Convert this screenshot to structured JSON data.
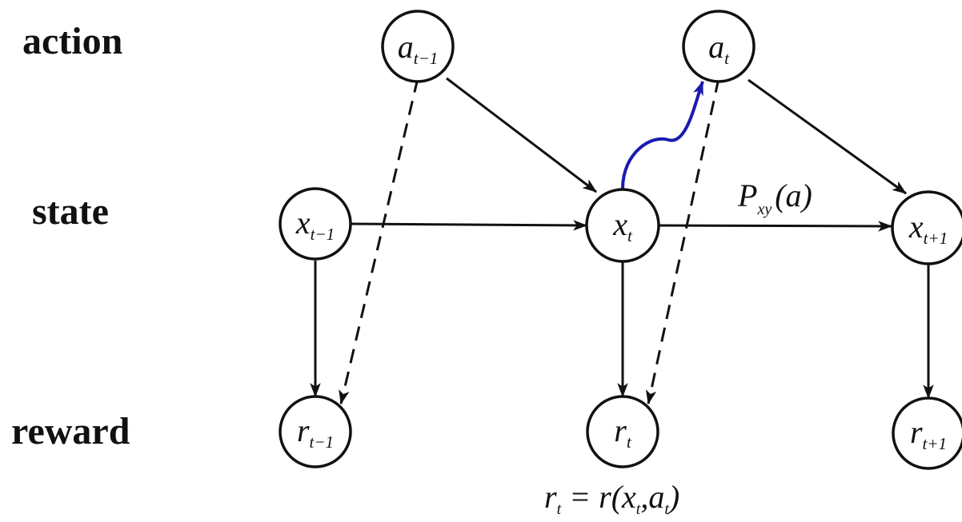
{
  "row_labels": {
    "action": "action",
    "state": "state",
    "reward": "reward"
  },
  "nodes": {
    "a_prev": {
      "base": "a",
      "sub": "t−1"
    },
    "a_curr": {
      "base": "a",
      "sub": "t"
    },
    "x_prev": {
      "base": "x",
      "sub": "t−1"
    },
    "x_curr": {
      "base": "x",
      "sub": "t"
    },
    "x_next": {
      "base": "x",
      "sub": "t+1"
    },
    "r_prev": {
      "base": "r",
      "sub": "t−1"
    },
    "r_curr": {
      "base": "r",
      "sub": "t"
    },
    "r_next": {
      "base": "r",
      "sub": "t+1"
    }
  },
  "transition_label": {
    "base": "P",
    "sub": "xy",
    "arg": "(a)"
  },
  "reward_equation": {
    "lhs_base": "r",
    "lhs_sub": "t",
    "middle": " = r(x",
    "x_sub": "t",
    "comma": ",a",
    "a_sub": "t",
    "close": ")"
  },
  "colors": {
    "policy_arrow": "#1a1ab0",
    "edges": "#111111"
  }
}
